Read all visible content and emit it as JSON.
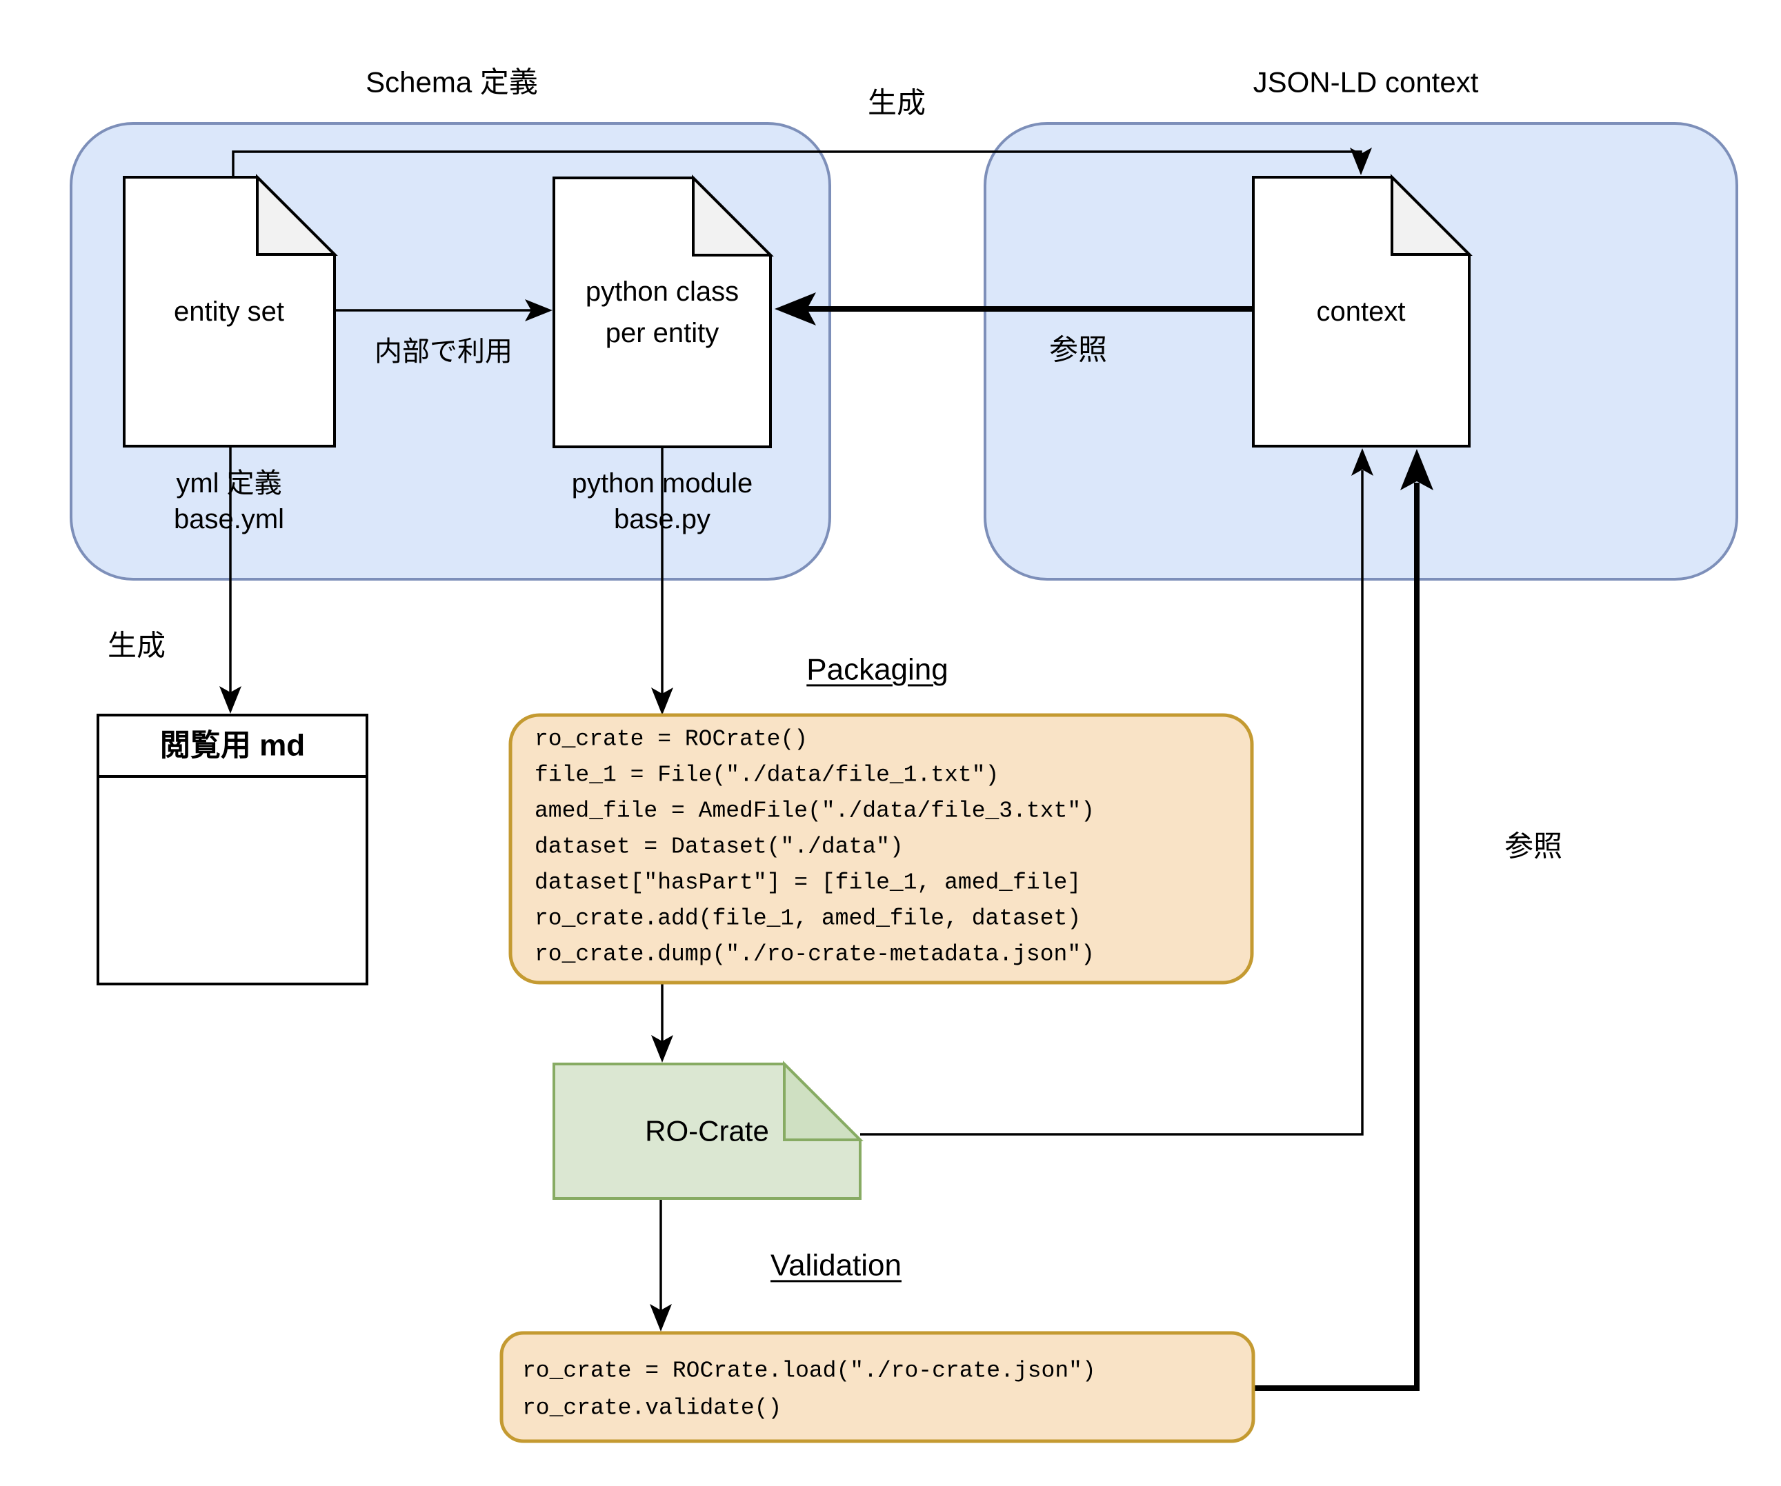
{
  "groups": {
    "schema": {
      "title": "Schema 定義"
    },
    "jsonld": {
      "title": "JSON-LD context"
    }
  },
  "nodes": {
    "entity_set": {
      "label": "entity set",
      "sub1": "yml 定義",
      "sub2": "base.yml"
    },
    "python_class": {
      "label1": "python class",
      "label2": "per entity",
      "sub1": "python module",
      "sub2": "base.py"
    },
    "context": {
      "label": "context"
    },
    "md_box": {
      "title": "閲覧用 md"
    },
    "ro_crate": {
      "label": "RO-Crate"
    }
  },
  "edges": {
    "generate_top": "生成",
    "generate_left": "生成",
    "internal_use": "内部で利用",
    "reference_mid": "参照",
    "reference_right": "参照"
  },
  "sections": {
    "packaging": {
      "title": "Packaging",
      "code_lines": [
        "ro_crate = ROCrate()",
        "file_1 = File(\"./data/file_1.txt\")",
        "amed_file = AmedFile(\"./data/file_3.txt\")",
        "dataset = Dataset(\"./data\")",
        "dataset[\"hasPart\"] = [file_1, amed_file]",
        "ro_crate.add(file_1, amed_file, dataset)",
        "ro_crate.dump(\"./ro-crate-metadata.json\")"
      ]
    },
    "validation": {
      "title": "Validation",
      "code_lines": [
        "ro_crate = ROCrate.load(\"./ro-crate.json\")",
        "ro_crate.validate()"
      ]
    }
  },
  "colors": {
    "blue_fill": "#dbe7fa",
    "blue_stroke": "#7d8fb9",
    "orange_fill": "#f9e3c6",
    "orange_stroke": "#c49a31",
    "green_fill": "#dbe7d2",
    "green_stroke": "#87ab63",
    "green_fold": "#cfe0c2",
    "doc_fill": "#ffffff",
    "doc_fold": "#f2f2f2",
    "line": "#000000"
  }
}
